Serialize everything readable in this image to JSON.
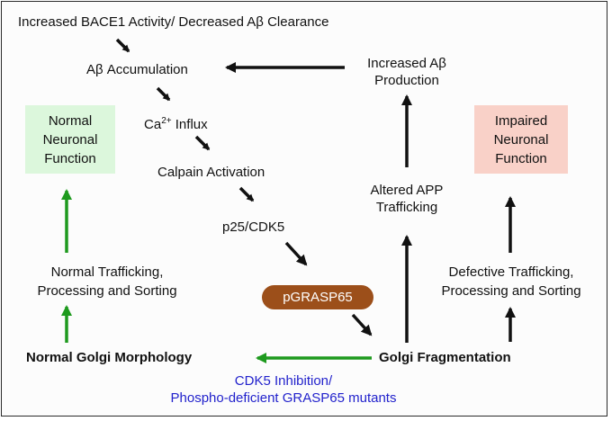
{
  "texts": {
    "top_line": "Increased BACE1 Activity/ Decreased Aβ Clearance",
    "accumulation": "Aβ Accumulation",
    "ca_prefix": "Ca",
    "ca_sup": "2+",
    "ca_suffix": " Influx",
    "calpain": "Calpain Activation",
    "p25": "p25/CDK5",
    "pgrasp": "pGRASP65",
    "increased_production_line1": "Increased Aβ",
    "increased_production_line2": "Production",
    "altered_app_line1": "Altered APP",
    "altered_app_line2": "Trafficking",
    "normal_function_line1": "Normal",
    "normal_function_line2": "Neuronal",
    "normal_function_line3": "Function",
    "impaired_function_line1": "Impaired",
    "impaired_function_line2": "Neuronal",
    "impaired_function_line3": "Function",
    "normal_trafficking_line1": "Normal Trafficking,",
    "normal_trafficking_line2": "Processing and Sorting",
    "defective_trafficking_line1": "Defective Trafficking,",
    "defective_trafficking_line2": "Processing and Sorting",
    "normal_golgi": "Normal Golgi Morphology",
    "golgi_fragmentation": "Golgi Fragmentation",
    "inhibition_line1": "CDK5 Inhibition/",
    "inhibition_line2": "Phospho-deficient GRASP65 mutants"
  },
  "colors": {
    "arrow_black": "#111111",
    "arrow_green": "#1e9a1e",
    "normal_box": "#dcf7dc",
    "impaired_box": "#f9d1c8",
    "pill": "#9c4f1a",
    "inhibition_text": "#2222cc"
  }
}
